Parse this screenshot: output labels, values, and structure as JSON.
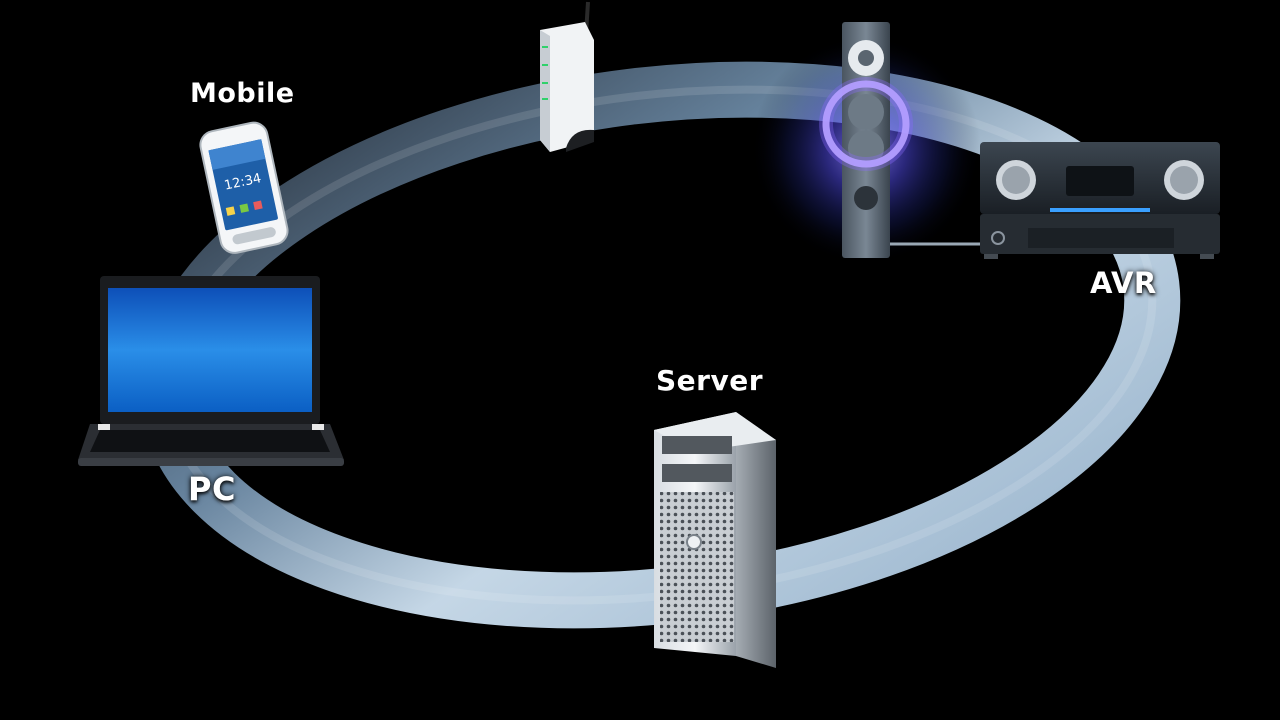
{
  "labels": {
    "mobile": "Mobile",
    "pc": "PC",
    "server": "Server",
    "avr": "AVR"
  },
  "phone_screen": {
    "clock": "12:34"
  },
  "colors": {
    "background": "#000000",
    "ring": "#b9d4ea",
    "glow": "#5a4cff",
    "laptop_screen": "#1a78d6"
  },
  "icons": {
    "mobile": "smartphone-icon",
    "router": "wireless-router-icon",
    "speaker": "speaker-icon",
    "avr": "av-receiver-icon",
    "pc": "laptop-icon",
    "server": "tower-server-icon"
  }
}
